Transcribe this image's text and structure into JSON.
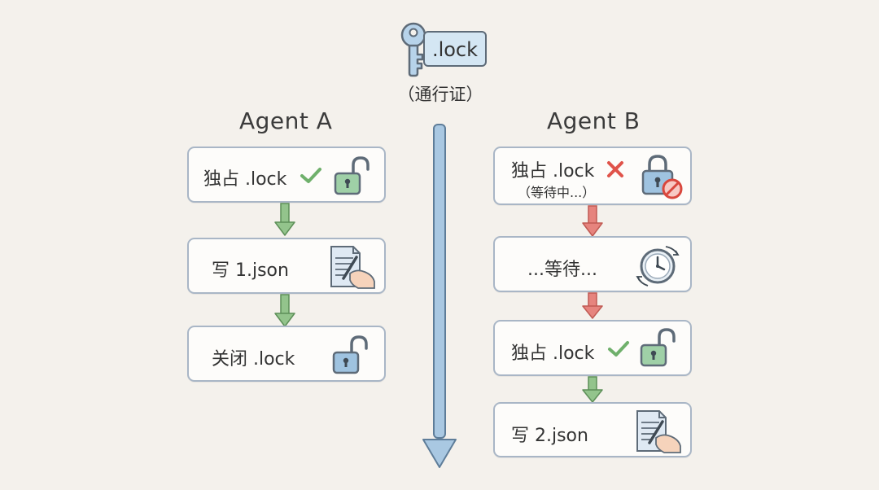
{
  "key": {
    "label": ".lock",
    "caption": "（通行证）"
  },
  "agent_a": {
    "title": "Agent A",
    "steps": [
      {
        "label": "独占 .lock",
        "status": "success",
        "icon": "lock-open-green-icon"
      },
      {
        "label": "写 1.json",
        "icon": "document-writing-icon"
      },
      {
        "label": "关闭 .lock",
        "icon": "lock-open-blue-icon"
      }
    ]
  },
  "agent_b": {
    "title": "Agent B",
    "steps": [
      {
        "label": "独占 .lock",
        "sublabel": "（等待中...）",
        "status": "failure",
        "icon": "lock-blocked-icon"
      },
      {
        "label": "...等待...",
        "icon": "clock-icon"
      },
      {
        "label": "独占 .lock",
        "status": "success",
        "icon": "lock-open-green-icon"
      },
      {
        "label": "写 2.json",
        "icon": "document-writing-icon"
      }
    ]
  },
  "colors": {
    "background": "#f4f1ec",
    "box_border": "#a9b6c6",
    "green_arrow": "#93c48c",
    "red_arrow": "#e6847e",
    "timeline": "#a9c8e2",
    "check_green": "#6fb06b",
    "cross_red": "#e0534a",
    "lock_green": "#9fd0a7",
    "lock_blue": "#9fc3e0"
  }
}
